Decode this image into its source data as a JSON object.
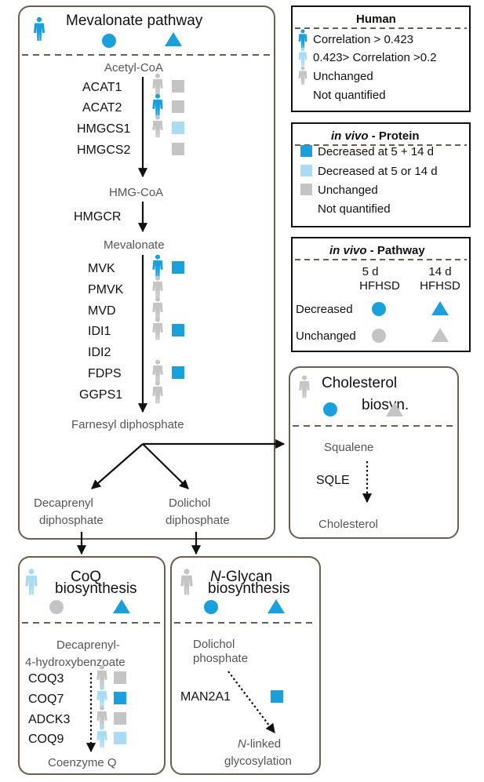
{
  "colors": {
    "strong": "#1aa0db",
    "light": "#a9dcf3",
    "grey": "#c4c4c4",
    "border": "#6b5d4f"
  },
  "icons": {
    "human": "person-icon",
    "protein": "square-icon",
    "pathway_5d": "circle-icon",
    "pathway_14d": "triangle-icon"
  },
  "mevalonate": {
    "title": "Mevalonate pathway",
    "pathway_5d": "decreased",
    "pathway_14d": "decreased",
    "acetyl_coa": "Acetyl-CoA",
    "hmg_coa": "HMG-CoA",
    "mevalonate_label": "Mevalonate",
    "farnesyl": "Farnesyl diphosphate",
    "decaprenyl_1": "Decaprenyl",
    "decaprenyl_2": "diphosphate",
    "dolichol_1": "Dolichol",
    "dolichol_2": "diphosphate",
    "genes": [
      {
        "name": "ACAT1",
        "human": "unchanged",
        "protein": "unchanged"
      },
      {
        "name": "ACAT2",
        "human": "strong",
        "protein": "unchanged"
      },
      {
        "name": "HMGCS1",
        "human": "unchanged",
        "protein": "light"
      },
      {
        "name": "HMGCS2",
        "human": "none",
        "protein": "unchanged"
      },
      {
        "name": "HMGCR",
        "human": "none",
        "protein": "none"
      },
      {
        "name": "MVK",
        "human": "strong",
        "protein": "strong"
      },
      {
        "name": "PMVK",
        "human": "unchanged",
        "protein": "none"
      },
      {
        "name": "MVD",
        "human": "unchanged",
        "protein": "none"
      },
      {
        "name": "IDI1",
        "human": "unchanged",
        "protein": "strong"
      },
      {
        "name": "IDI2",
        "human": "none",
        "protein": "none"
      },
      {
        "name": "FDPS",
        "human": "unchanged",
        "protein": "strong"
      },
      {
        "name": "GGPS1",
        "human": "unchanged",
        "protein": "none"
      }
    ]
  },
  "cholesterol": {
    "title_1": "Cholesterol",
    "title_2": "biosyn.",
    "human": "unchanged",
    "pathway_5d": "decreased",
    "pathway_14d": "unchanged",
    "squalene": "Squalene",
    "gene": "SQLE",
    "product": "Cholesterol"
  },
  "coq": {
    "title_1": "CoQ",
    "title_2": "biosynthesis",
    "human": "light",
    "pathway_5d": "unchanged",
    "pathway_14d": "decreased",
    "substrate_1": "Decaprenyl-",
    "substrate_2": "4-hydroxybenzoate",
    "product": "Coenzyme Q",
    "genes": [
      {
        "name": "COQ3",
        "human": "unchanged",
        "protein": "unchanged"
      },
      {
        "name": "COQ7",
        "human": "light",
        "protein": "strong"
      },
      {
        "name": "ADCK3",
        "human": "unchanged",
        "protein": "unchanged"
      },
      {
        "name": "COQ9",
        "human": "light",
        "protein": "light"
      }
    ]
  },
  "nglycan": {
    "title_1_italic": "N",
    "title_1_rest": "-Glycan",
    "title_2": "biosynthesis",
    "human": "unchanged",
    "pathway_5d": "decreased",
    "pathway_14d": "decreased",
    "substrate_1": "Dolichol",
    "substrate_2": "phosphate",
    "gene": "MAN2A1",
    "gene_protein": "strong",
    "product_1_italic": "N",
    "product_1_rest": "-linked",
    "product_2": "glycosylation"
  },
  "legend_human": {
    "title": "Human",
    "items": [
      {
        "label": "Correlation > 0.423",
        "state": "strong"
      },
      {
        "label": "0.423> Correlation >0.2",
        "state": "light"
      },
      {
        "label": "Unchanged",
        "state": "unchanged"
      },
      {
        "label": "Not quantified",
        "state": "none"
      }
    ]
  },
  "legend_protein": {
    "title_italic": "in vivo",
    "title_rest": " - Protein",
    "items": [
      {
        "label": "Decreased at 5 + 14 d",
        "state": "strong"
      },
      {
        "label": "Decreased at 5 or 14 d",
        "state": "light"
      },
      {
        "label": "Unchanged",
        "state": "unchanged"
      },
      {
        "label": "Not quantified",
        "state": "none"
      }
    ]
  },
  "legend_pathway": {
    "title_italic": "in vivo",
    "title_rest": " - Pathway",
    "col1_1": "5 d",
    "col1_2": "HFHSD",
    "col2_1": "14 d",
    "col2_2": "HFHSD",
    "rows": [
      {
        "label": "Decreased",
        "state": "decreased"
      },
      {
        "label": "Unchanged",
        "state": "unchanged"
      }
    ]
  }
}
